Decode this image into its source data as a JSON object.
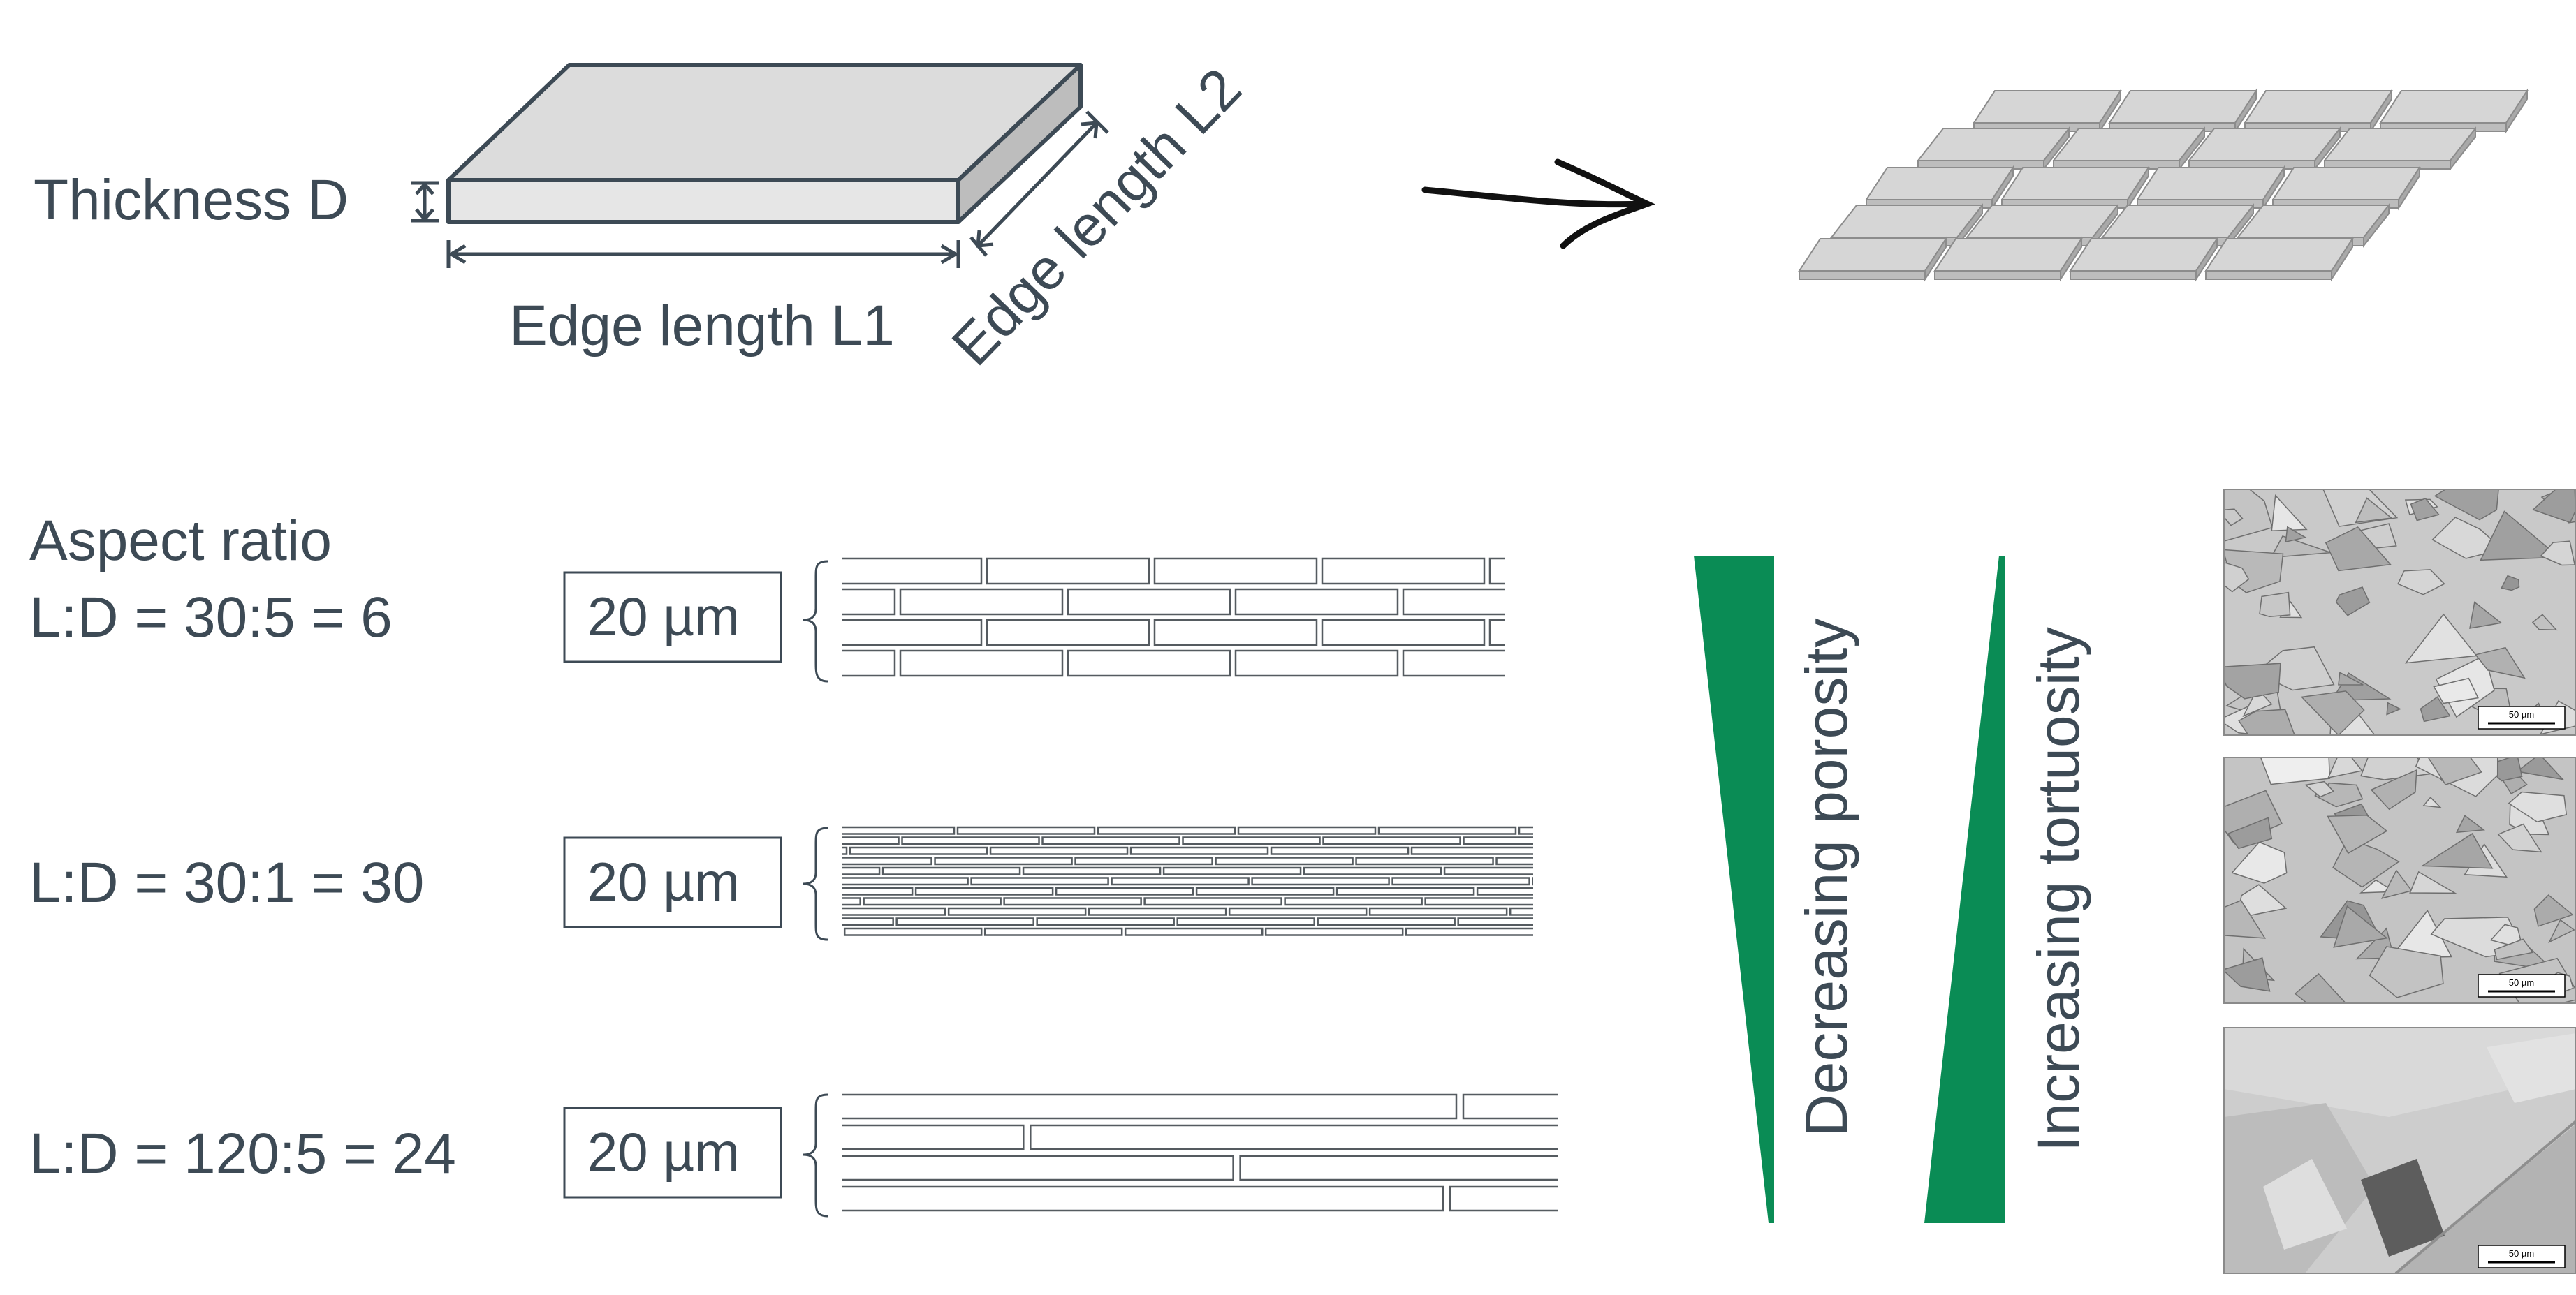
{
  "top": {
    "thickness_label": "Thickness D",
    "edge_length_l1_label": "Edge length L1",
    "edge_length_l2_label": "Edge length L2"
  },
  "aspect_ratio_heading": "Aspect ratio",
  "rows": [
    {
      "ratio_label": "L:D = 30:5 = 6",
      "scale_label": "20 µm"
    },
    {
      "ratio_label": "L:D = 30:1 = 30",
      "scale_label": "20 µm"
    },
    {
      "ratio_label": "L:D = 120:5 = 24",
      "scale_label": "20 µm"
    }
  ],
  "trends": {
    "porosity_label": "Decreasing porosity",
    "tortuosity_label": "Increasing tortuosity"
  },
  "micrographs": [
    {
      "scale_bar_label": "50 µm"
    },
    {
      "scale_bar_label": "50 µm"
    },
    {
      "scale_bar_label": "50 µm"
    }
  ],
  "colors": {
    "text": "#3d4a55",
    "accent_green": "#0a8c55",
    "platelet_fill": "#dcdcdc",
    "platelet_side": "#bdbdbd",
    "line": "#3d4a55"
  }
}
